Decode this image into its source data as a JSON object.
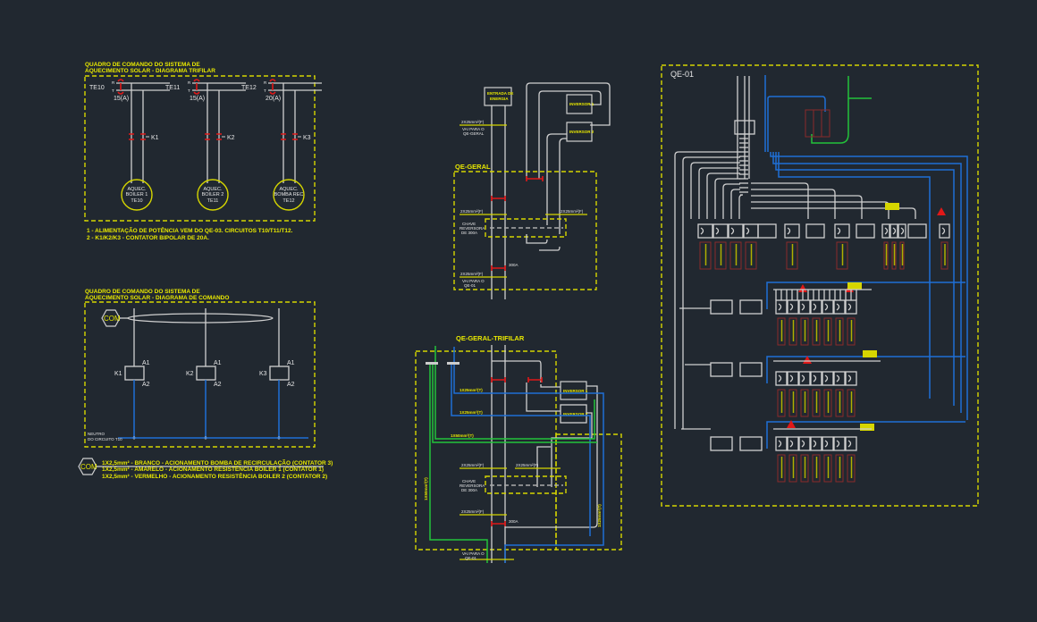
{
  "trifilar": {
    "title_line1": "QUADRO DE COMANDO DO SISTEMA DE",
    "title_line2": "AQUECIMENTO SOLAR - DIAGRAMA TRIFILAR",
    "circuits": [
      {
        "tag": "TE10",
        "rating": "15(A)",
        "contactor": "K1",
        "load_line1": "AQUEC.",
        "load_line2": "BOILER 1",
        "load_line3": "TE10"
      },
      {
        "tag": "TE11",
        "rating": "15(A)",
        "contactor": "K2",
        "load_line1": "AQUEC.",
        "load_line2": "BOILER 2",
        "load_line3": "TE11"
      },
      {
        "tag": "TE12",
        "rating": "20(A)",
        "contactor": "K3",
        "load_line1": "AQUEC.",
        "load_line2": "BOMBA REC",
        "load_line3": "TE12"
      }
    ],
    "phase_r": "R",
    "phase_t": "T",
    "note1": "1 - ALIMENTAÇÃO DE POTÊNCIA VEM DO QE-03. CIRCUITOS T10/T11/T12.",
    "note2": "2 - K1/K2/K3 - CONTATOR BIPOLAR DE 20A."
  },
  "comando": {
    "title_line1": "QUADRO DE COMANDO DO SISTEMA DE",
    "title_line2": "AQUECIMENTO SOLAR - DIAGRAMA DE COMANDO",
    "com_label": "COM",
    "coils": [
      {
        "name": "K1",
        "a1": "A1",
        "a2": "A2"
      },
      {
        "name": "K2",
        "a1": "A1",
        "a2": "A2"
      },
      {
        "name": "K3",
        "a1": "A1",
        "a2": "A2"
      }
    ],
    "neutral_line1": "NEUTRO",
    "neutral_line2": "DO CIRCUITO T10",
    "legend_com": "COM",
    "legend": [
      "1X2,5mm² - BRANCO - ACIONAMENTO BOMBA DE RECIRCULAÇÃO (CONTATOR 3)",
      "1X2,5mm² - AMARELO - ACIONAMENTO RESISTÊNCIA BOILER 1 (CONTATOR 1)",
      "1X2,5mm² - VERMELHO - ACIONAMENTO RESISTÊNCIA BOILER 2 (CONTATOR 2)"
    ]
  },
  "qe_geral": {
    "title": "QE-GERAL",
    "entrada_line1": "ENTRADA DE",
    "entrada_line2": "ENERGIA",
    "inversor1": "INVERSOR 1",
    "inversor2": "INVERSOR 2",
    "cable_top": "2X25mm²(F)",
    "vai_para_top_1": "VAI PARA O",
    "vai_para_top_2": "QE-GERAL",
    "cable_mid_left": "2X25mm²(F)",
    "cable_mid_right": "2X25mm²(F)",
    "chave_line1": "CHAVE",
    "chave_line2": "REVERSORA",
    "chave_line3": "DE 300A",
    "cable_bottom": "2X25mm²(F)",
    "vai_para_bottom_1": "VAI PARA O",
    "vai_para_bottom_2": "QE-01",
    "disjuntor_label": "300A"
  },
  "qe_geral_trifilar": {
    "title": "QE-GERAL-TRIFILAR",
    "cable_blue_1": "1X25mm²(T)",
    "cable_blue_2": "1X25mm²(T)",
    "cable_green": "1X50mm²(T)",
    "cable_green_vertical": "1X50mm²(T)",
    "cable_blue_vertical": "1X25mm²(T)",
    "cable_left": "2X25mm²(F)",
    "cable_right": "2X25mm²(F)",
    "cable_bottom": "2X25mm²(F)",
    "chave_line1": "CHAVE",
    "chave_line2": "REVERSORA",
    "chave_line3": "DE 300A",
    "disjuntor_label": "300A",
    "vai_para_1": "VAI PARA O",
    "vai_para_2": "QE-01"
  },
  "qe01": {
    "title": "QE-01"
  },
  "colors": {
    "background": "#212830",
    "frame": "#d6d600",
    "wire_white": "#d0d0d0",
    "wire_blue": "#1f6fd6",
    "wire_green": "#22c23a",
    "breaker_red": "#e01818"
  }
}
